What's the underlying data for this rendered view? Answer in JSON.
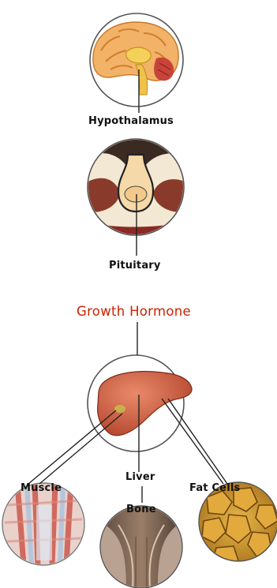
{
  "labels": {
    "hypothalamus": "Hypothalamus",
    "pituitary": "Pituitary",
    "growth_hormone": "Growth Hormone",
    "liver": "Liver",
    "muscle": "Muscle",
    "fat_cells": "Fat Cells",
    "bone": "Bone"
  },
  "colors": {
    "growth_hormone_text": "#cc2200",
    "line": "#222222",
    "circle_border": "#555555"
  },
  "icons": [
    "brain-icon",
    "pituitary-icon",
    "liver-icon",
    "muscle-icon",
    "bone-icon",
    "fat-cells-icon"
  ]
}
